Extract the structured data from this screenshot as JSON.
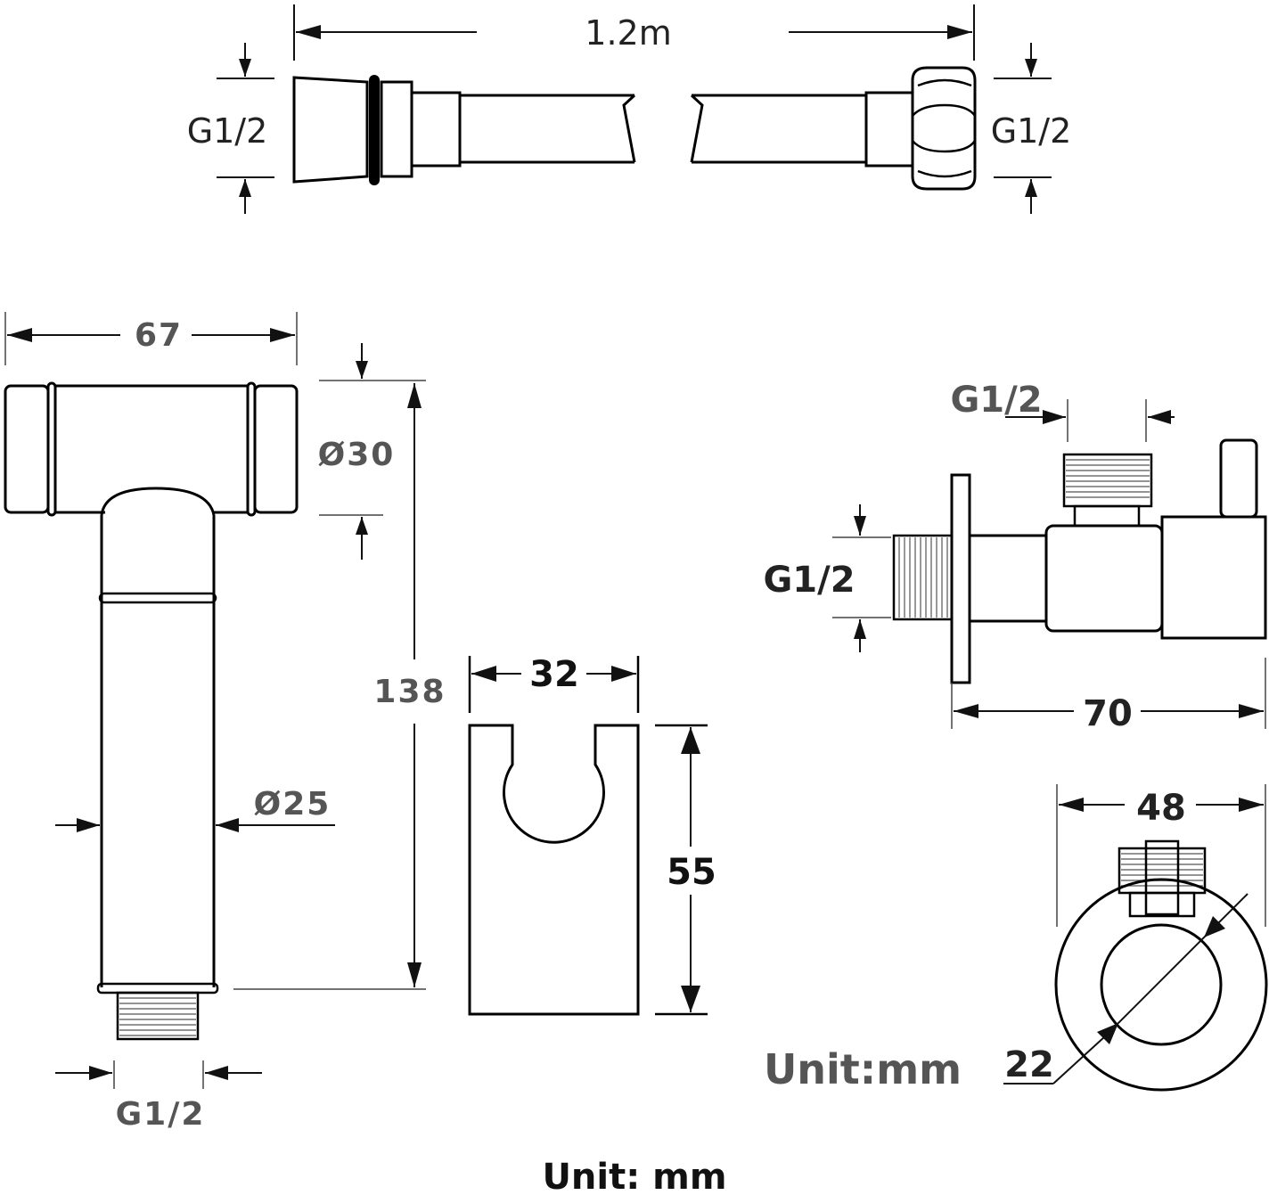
{
  "hose": {
    "length_label": "1.2m",
    "left_thread_label": "G1/2",
    "right_thread_label": "G1/2"
  },
  "sprayer": {
    "width_label": "67",
    "head_diameter_label": "Ø30",
    "height_label": "138",
    "body_diameter_label": "Ø25",
    "thread_label": "G1/2"
  },
  "holder": {
    "width_label": "32",
    "height_label": "55"
  },
  "valve": {
    "top_thread_label": "G1/2",
    "side_thread_label": "G1/2",
    "length_label": "70",
    "flange_width_label": "48",
    "handle_diameter_label": "22",
    "unit_label": "Unit:mm"
  },
  "footer": {
    "unit_label": "Unit: mm"
  }
}
